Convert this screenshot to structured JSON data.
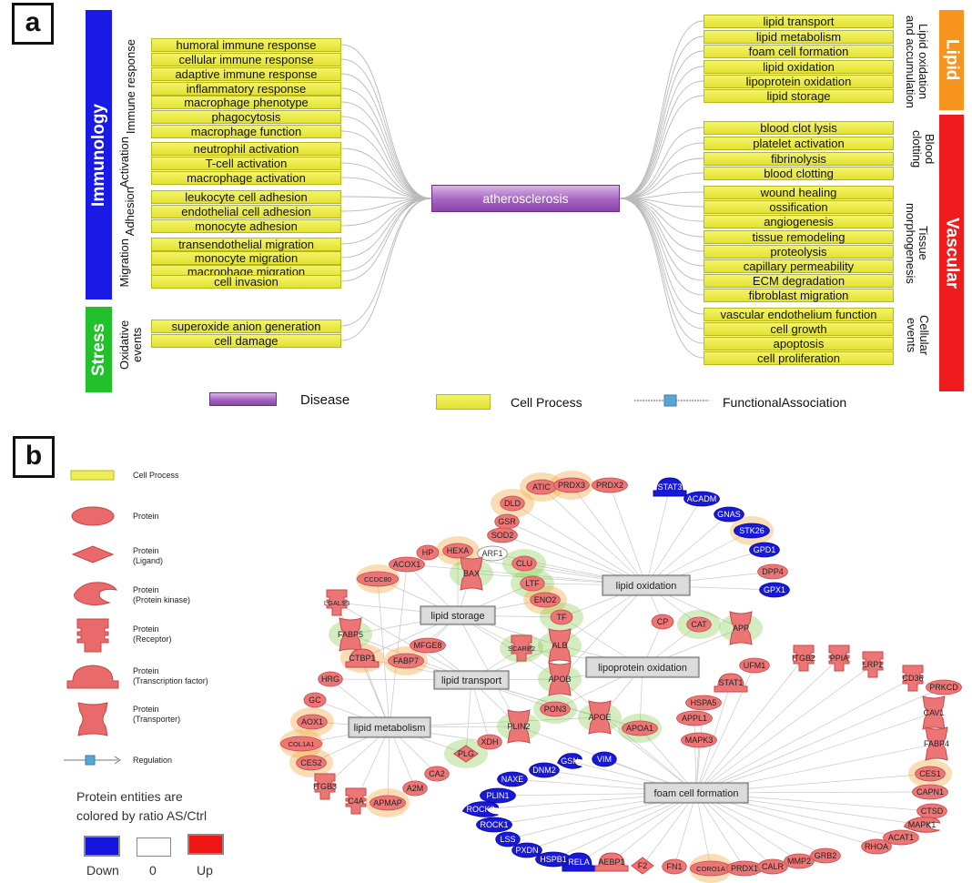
{
  "panel_a": {
    "label": "a",
    "categories": {
      "immunology": {
        "name": "Immunology",
        "color": "#1a1ae6"
      },
      "stress": {
        "name": "Stress",
        "color": "#22c02a"
      },
      "lipid": {
        "name": "Lipid",
        "color": "#f7941d"
      },
      "vascular": {
        "name": "Vascular",
        "color": "#ee1c1c"
      }
    },
    "groups": {
      "immune_response": "Immune response",
      "activation": "Activation",
      "adhesion": "Adhesion",
      "migration": "Migration",
      "oxidative_events": "Oxidative events",
      "lipid_oxidation_accumulation": "Lipid oxidation and accumulation",
      "blood_clotting": "Blood clotting",
      "tissue_morphogenesis": "Tissue morphogenesis",
      "cellular_events": "Cellular events"
    },
    "left_processes": [
      "humoral immune response",
      "cellular immune response",
      "adaptive immune response",
      "inflammatory response",
      "macrophage phenotype",
      "phagocytosis",
      "macrophage function",
      "neutrophil activation",
      "T-cell activation",
      "macrophage activation",
      "leukocyte cell adhesion",
      "endothelial cell adhesion",
      "monocyte adhesion",
      "transendothelial migration",
      "monocyte migration",
      "macrophage migration",
      "cell invasion",
      "superoxide anion generation",
      "cell damage"
    ],
    "right_processes": [
      "lipid transport",
      "lipid metabolism",
      "foam cell formation",
      "lipid oxidation",
      "lipoprotein oxidation",
      "lipid storage",
      "blood clot lysis",
      "platelet activation",
      "fibrinolysis",
      "blood clotting",
      "wound healing",
      "ossification",
      "angiogenesis",
      "tissue remodeling",
      "proteolysis",
      "capillary permeability",
      "ECM degradation",
      "fibroblast migration",
      "vascular endothelium function",
      "cell growth",
      "apoptosis",
      "cell proliferation"
    ],
    "disease": "atherosclerosis",
    "legend": {
      "disease": "Disease",
      "cell_process": "Cell Process",
      "functional_association": "FunctionalAssociation"
    }
  },
  "panel_b": {
    "label": "b",
    "legend": {
      "cell_process": "Cell Process",
      "protein": "Protein",
      "ligand": "Protein\n(Ligand)",
      "kinase": "Protein\n(Protein kinase)",
      "receptor": "Protein\n(Receptor)",
      "tf": "Protein\n(Transcription factor)",
      "transporter": "Protein\n(Transporter)",
      "regulation": "Regulation"
    },
    "ratio_note": "Protein entities are colored by ratio AS/Ctrl",
    "scale": {
      "down": "Down",
      "zero": "0",
      "up": "Up",
      "down_color": "#1515e0",
      "zero_color": "#ffffff",
      "up_color": "#ee1515"
    },
    "processes": [
      "lipid oxidation",
      "lipid storage",
      "lipoprotein oxidation",
      "lipid transport",
      "lipid metabolism",
      "foam cell formation"
    ],
    "proteins": [
      "DLD",
      "ATIC",
      "PRDX3",
      "PRDX2",
      "STAT3",
      "ACADM",
      "GNAS",
      "STK26",
      "GPD1",
      "DPP4",
      "GPX1",
      "GSR",
      "SOD2",
      "HP",
      "HEXA",
      "ARF1",
      "ACOX1",
      "BAX",
      "CLU",
      "CCDC80",
      "LTF",
      "ENO2",
      "LGALS3",
      "TF",
      "CP",
      "CAT",
      "APP",
      "FABP5",
      "SCARB2",
      "ALB",
      "MFGE8",
      "CTBP1",
      "FABP7",
      "APOB",
      "ITGB2",
      "PPIA",
      "UFM1",
      "LRP1",
      "CD36",
      "PRKCD",
      "STAT1",
      "HRG",
      "HSPA5",
      "PON3",
      "APPL1",
      "CAV1",
      "GC",
      "APOE",
      "APOA1",
      "MAPK3",
      "AOX1",
      "PLIN2",
      "FABP4",
      "COL1A1",
      "XDH",
      "PLG",
      "VIM",
      "GSN",
      "DNM2",
      "CES2",
      "CES1",
      "NAXE",
      "CA2",
      "PLIN1",
      "ITGB3",
      "A2M",
      "CAPN1",
      "ROCK2",
      "C4A",
      "APMAP",
      "ROCK1",
      "CTSD",
      "MAPK1",
      "LSS",
      "PXDN",
      "ACAT1",
      "RHOA",
      "HSPB1",
      "RELA",
      "AEBP1",
      "F2",
      "FN1",
      "CORO1A",
      "PRDX1",
      "CALR",
      "MMP2",
      "GRB2"
    ]
  }
}
